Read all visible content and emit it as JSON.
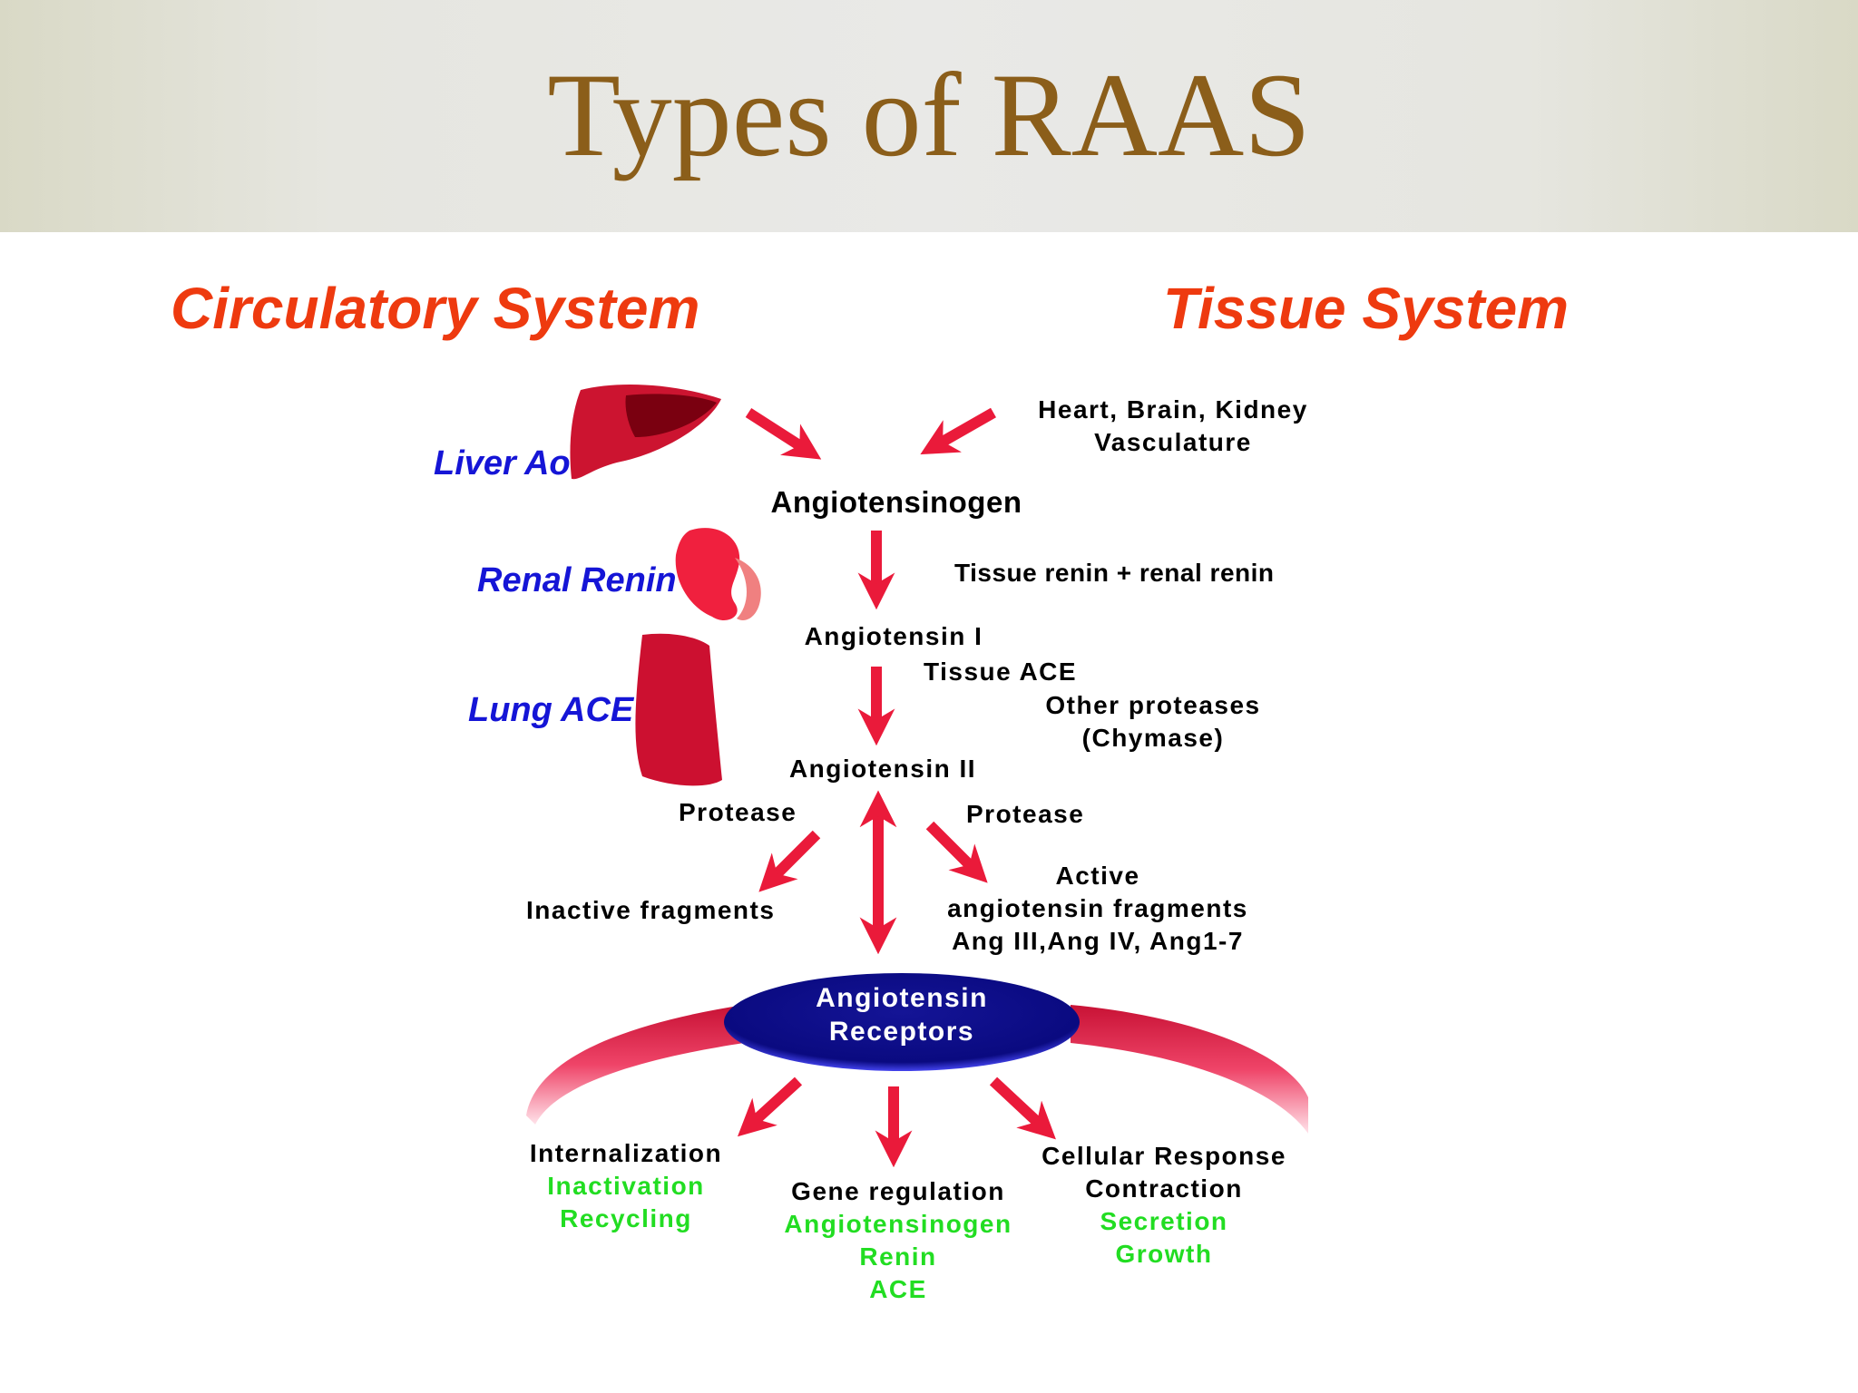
{
  "colors": {
    "title": "#8b5e1a",
    "system": "#ee3a0f",
    "organ_label": "#1515d6",
    "arrow": "#ea1a3a",
    "green": "#22dd22",
    "receptor": "#0a0a8a"
  },
  "title": "Types of RAAS",
  "systems": {
    "left": "Circulatory System",
    "right": "Tissue System"
  },
  "organs": {
    "liver": "Liver Ao",
    "renal": "Renal Renin",
    "lung": "Lung ACE"
  },
  "tissue_sources": {
    "line1": "Heart, Brain, Kidney",
    "line2": "Vasculature"
  },
  "steps": {
    "angiotensinogen": "Angiotensinogen",
    "renin_note": "Tissue renin + renal renin",
    "ang1": "Angiotensin I",
    "tissue_ace": "Tissue ACE",
    "other_proteases": "Other proteases",
    "chymase": "(Chymase)",
    "ang2": "Angiotensin II",
    "protease_left": "Protease",
    "protease_right": "Protease",
    "inactive": "Inactive fragments",
    "active_1": "Active",
    "active_2": "angiotensin fragments",
    "active_3": "Ang III,Ang IV, Ang1-7"
  },
  "receptor": {
    "line1": "Angiotensin",
    "line2": "Receptors"
  },
  "responses": {
    "left": {
      "head": "Internalization",
      "items": [
        "Inactivation",
        "Recycling"
      ]
    },
    "center": {
      "head": "Gene regulation",
      "items": [
        "Angiotensinogen",
        "Renin",
        "ACE"
      ]
    },
    "right": {
      "head": "Cellular Response",
      "sub": "Contraction",
      "items": [
        "Secretion",
        "Growth"
      ]
    }
  }
}
